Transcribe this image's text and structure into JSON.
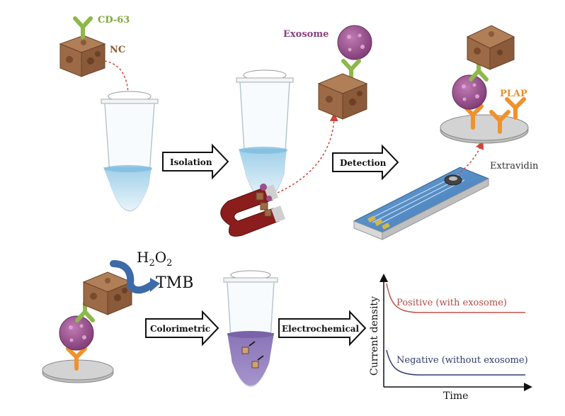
{
  "labels": {
    "cd63": "CD-63",
    "nc": "NC",
    "exosome": "Exosome",
    "plap": "PLAP",
    "extravidin": "Extravidin",
    "h2o2_main": "H",
    "h2o2_sub1": "2",
    "h2o2_o": "O",
    "h2o2_sub2": "2",
    "tmb": "TMB"
  },
  "arrows": {
    "isolation": "Isolation",
    "detection": "Detection",
    "colorimetric": "Colorimetric",
    "electrochemical": "Electrochemical"
  },
  "graph": {
    "ylabel": "Current density",
    "xlabel": "Time",
    "positive": "Positive (with exosome)",
    "negative": "Negative (without exosome)"
  },
  "colors": {
    "cube": "#9c6a46",
    "cube_spot": "#7a4a2c",
    "antibody_green": "#8db84a",
    "antibody_orange": "#f0922b",
    "exosome": "#9b4f8e",
    "arrow_fill": "#ffffff",
    "positive_curve": "#c0504d",
    "negative_curve": "#2f3b6e",
    "dashed_red": "#d0443a",
    "label_green": "#7fa83b",
    "label_brown": "#8a5a33",
    "label_purple": "#8a3f80",
    "label_orange": "#e8912d"
  }
}
